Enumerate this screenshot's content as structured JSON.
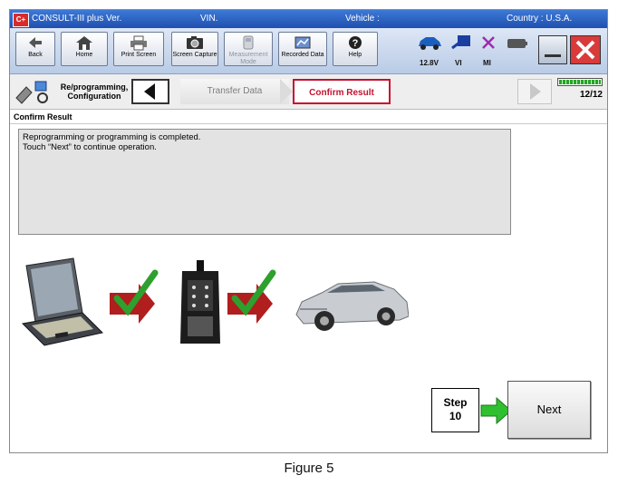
{
  "titlebar": {
    "app": "CONSULT-III plus  Ver.",
    "vin": "VIN.",
    "vehicle": "Vehicle :",
    "country": "Country : U.S.A."
  },
  "toolbar": {
    "back": "Back",
    "home": "Home",
    "print": "Print Screen",
    "capture": "Screen Capture",
    "measurement": "Measurement Mode",
    "recorded": "Recorded Data",
    "help": "Help"
  },
  "status": {
    "voltage": "12.8V",
    "vi": "VI",
    "mi": "MI"
  },
  "nav": {
    "breadcrumb": "Re/programming, Configuration",
    "step_transfer": "Transfer Data",
    "step_confirm": "Confirm Result",
    "progress": 1.0,
    "progress_text": "12/12"
  },
  "section": {
    "title": "Confirm Result"
  },
  "message": {
    "line1": "Reprogramming or programming is completed.",
    "line2": "Touch “Next” to continue operation."
  },
  "step_callout": {
    "label": "Step",
    "number": "10"
  },
  "next_button": {
    "label": "Next"
  },
  "figure_caption": "Figure 5",
  "colors": {
    "title_bar": "#1f4fb0",
    "active_step": "#c4122f",
    "check_green": "#2ea02e",
    "arrow_red": "#b01e1e",
    "close_red": "#d93a3a",
    "step_arrow": "#2fbf2f"
  }
}
